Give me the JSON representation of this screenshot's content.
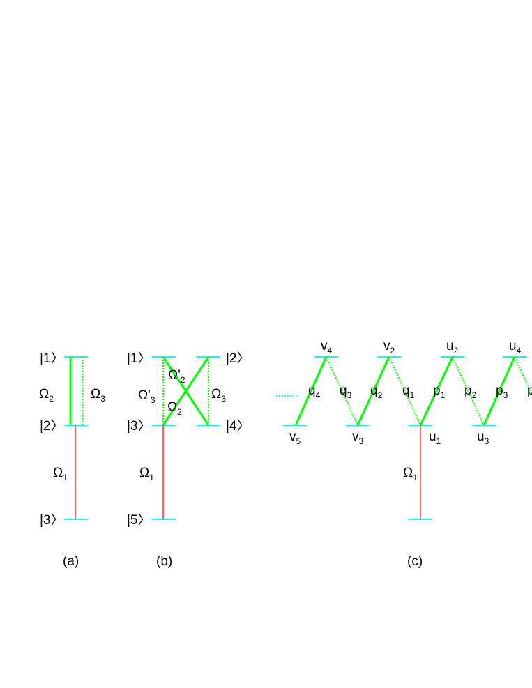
{
  "colors": {
    "level": "#00ffff",
    "coupling": "#00ff00",
    "pump": "#ff0000",
    "text": "#000000"
  },
  "panel_a": {
    "caption": "(a)",
    "kets": [
      "|1〉",
      "|2〉",
      "|3〉"
    ],
    "labels": [
      {
        "base": "Ω",
        "sub": "2"
      },
      {
        "base": "Ω",
        "sub": "3"
      },
      {
        "base": "Ω",
        "sub": "1"
      }
    ]
  },
  "panel_b": {
    "caption": "(b)",
    "kets": [
      "|1〉",
      "|2〉",
      "|3〉",
      "|4〉",
      "|5〉"
    ],
    "labels": [
      {
        "base": "Ω'",
        "sub": "2"
      },
      {
        "base": "Ω'",
        "sub": "3"
      },
      {
        "base": "Ω",
        "sub": "2"
      },
      {
        "base": "Ω",
        "sub": "3"
      },
      {
        "base": "Ω",
        "sub": "1"
      }
    ]
  },
  "panel_c": {
    "caption": "(c)",
    "top_states": [
      {
        "base": "v",
        "sub": "4"
      },
      {
        "base": "v",
        "sub": "2"
      },
      {
        "base": "u",
        "sub": "2"
      },
      {
        "base": "u",
        "sub": "4"
      }
    ],
    "bottom_states": [
      {
        "base": "v",
        "sub": "5"
      },
      {
        "base": "v",
        "sub": "3"
      },
      {
        "base": "u",
        "sub": "1"
      },
      {
        "base": "u",
        "sub": "3"
      }
    ],
    "couplings": [
      {
        "base": "q",
        "sub": "4"
      },
      {
        "base": "q",
        "sub": "3"
      },
      {
        "base": "q",
        "sub": "2"
      },
      {
        "base": "q",
        "sub": "1"
      },
      {
        "base": "p",
        "sub": "1"
      },
      {
        "base": "p",
        "sub": "2"
      },
      {
        "base": "p",
        "sub": "3"
      },
      {
        "base": "p",
        "sub": ""
      }
    ],
    "pump": {
      "base": "Ω",
      "sub": "1"
    }
  }
}
